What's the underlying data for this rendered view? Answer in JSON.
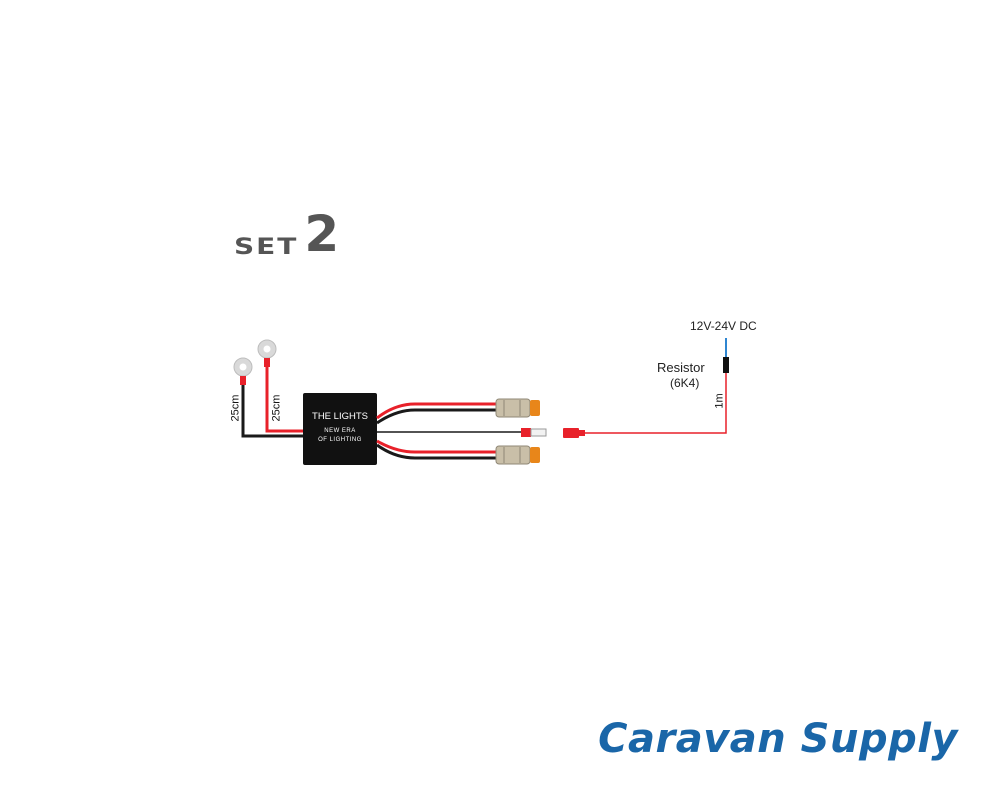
{
  "header": {
    "set_word": "SET",
    "set_number": "2"
  },
  "diagram": {
    "wire_left_length": "25cm",
    "wire_right_length": "25cm",
    "box": {
      "brand": "THE LIGHTS",
      "tagline_1": "NEW ERA",
      "tagline_2": "OF LIGHTING"
    },
    "supply_label": "12V-24V DC",
    "resistor_label": "Resistor",
    "resistor_value": "(6K4)",
    "cable_length": "1m"
  },
  "footer": {
    "brand_text": "Caravan Supply"
  },
  "colors": {
    "wire_red": "#e8212a",
    "wire_black": "#1a1a1a",
    "wire_blue": "#2f86d1",
    "connector_orange": "#e8861a",
    "connector_beige": "#c9bfa8",
    "brand_blue": "#1a66a8"
  }
}
